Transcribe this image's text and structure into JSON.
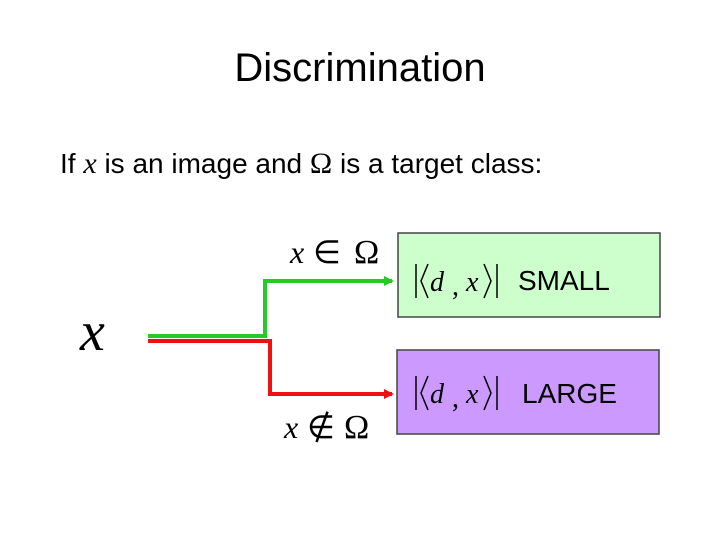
{
  "slide": {
    "title": "Discrimination",
    "subtitle": {
      "prefix": "If ",
      "var_x": "x",
      "middle": " is an image and ",
      "omega": "Ω",
      "suffix": " is a target class:"
    }
  },
  "diagram": {
    "input_var": "x",
    "upper_condition": {
      "var": "x",
      "relation": "∈",
      "set": "Ω"
    },
    "lower_condition": {
      "var": "x",
      "relation": "∉",
      "set": "Ω"
    },
    "upper_box": {
      "expr_d": "d",
      "expr_comma": ",",
      "expr_x": "x",
      "label": "SMALL",
      "color": "#ccffcc"
    },
    "lower_box": {
      "expr_d": "d",
      "expr_comma": ",",
      "expr_x": "x",
      "label": "LARGE",
      "color": "#cc99ff"
    },
    "upper_path_color": "#22cc22",
    "lower_path_color": "#ee1111"
  }
}
